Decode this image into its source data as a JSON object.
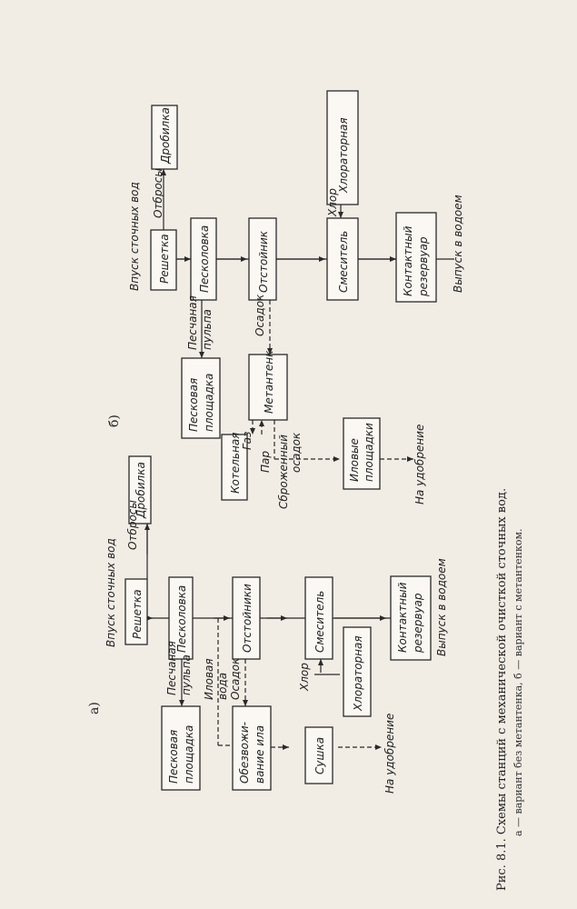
{
  "caption": {
    "title": "Рис. 8.1. Схемы станций с механической очисткой сточных вод.",
    "subtitle": "а — вариант без метантенка, б — вариант с метантенком."
  },
  "diagram_a": {
    "label": "а)",
    "boxes": {
      "reshetka": "Решетка",
      "drobilka": "Дробилка",
      "peskolovka": "Песколовка",
      "peskovaya_1": "Песковая",
      "peskovaya_2": "площадка",
      "otstoyniki": "Отстойники",
      "obezvozh_1": "Обезвожи-",
      "obezvozh_2": "вание ила",
      "smesitel": "Смеситель",
      "sushka": "Сушка",
      "khloratornaya": "Хлораторная",
      "kontakt_1": "Контактный",
      "kontakt_2": "резервуар"
    },
    "labels": {
      "vpusk": "Впуск сточных вод",
      "otbrosy": "Отбросы",
      "pesch_1": "Песчаная",
      "pesch_2": "пульпа",
      "ilovaya_1": "Иловая",
      "ilovaya_2": "вода",
      "osadok": "Осадок",
      "khlor": "Хлор",
      "na_udobrenie": "На удобрение",
      "vypusk": "Выпуск в водоем"
    }
  },
  "diagram_b": {
    "label": "б)",
    "boxes": {
      "reshetka": "Решетка",
      "drobilka": "Дробилка",
      "peskolovka": "Песколовка",
      "peskovaya_1": "Песковая",
      "peskovaya_2": "площадка",
      "otstoynik": "Отстойник",
      "metantenk": "Метантенк",
      "kotelnaya": "Котельная",
      "smesitel": "Смеситель",
      "ilovye_1": "Иловые",
      "ilovye_2": "площадки",
      "khloratornaya": "Хлораторная",
      "kontakt_1": "Контактный",
      "kontakt_2": "резервуар"
    },
    "labels": {
      "vpusk": "Впуск сточных вод",
      "otbrosy": "Отбросы",
      "pesch_1": "Песчаная",
      "pesch_2": "пульпа",
      "osadok": "Осадок",
      "gaz": "Газ",
      "par": "Пар",
      "sbrozh_1": "Сброженный",
      "sbrozh_2": "осадок",
      "khlor": "Хлор",
      "na_udobrenie": "На удобрение",
      "vypusk": "Выпуск в водоем"
    }
  }
}
